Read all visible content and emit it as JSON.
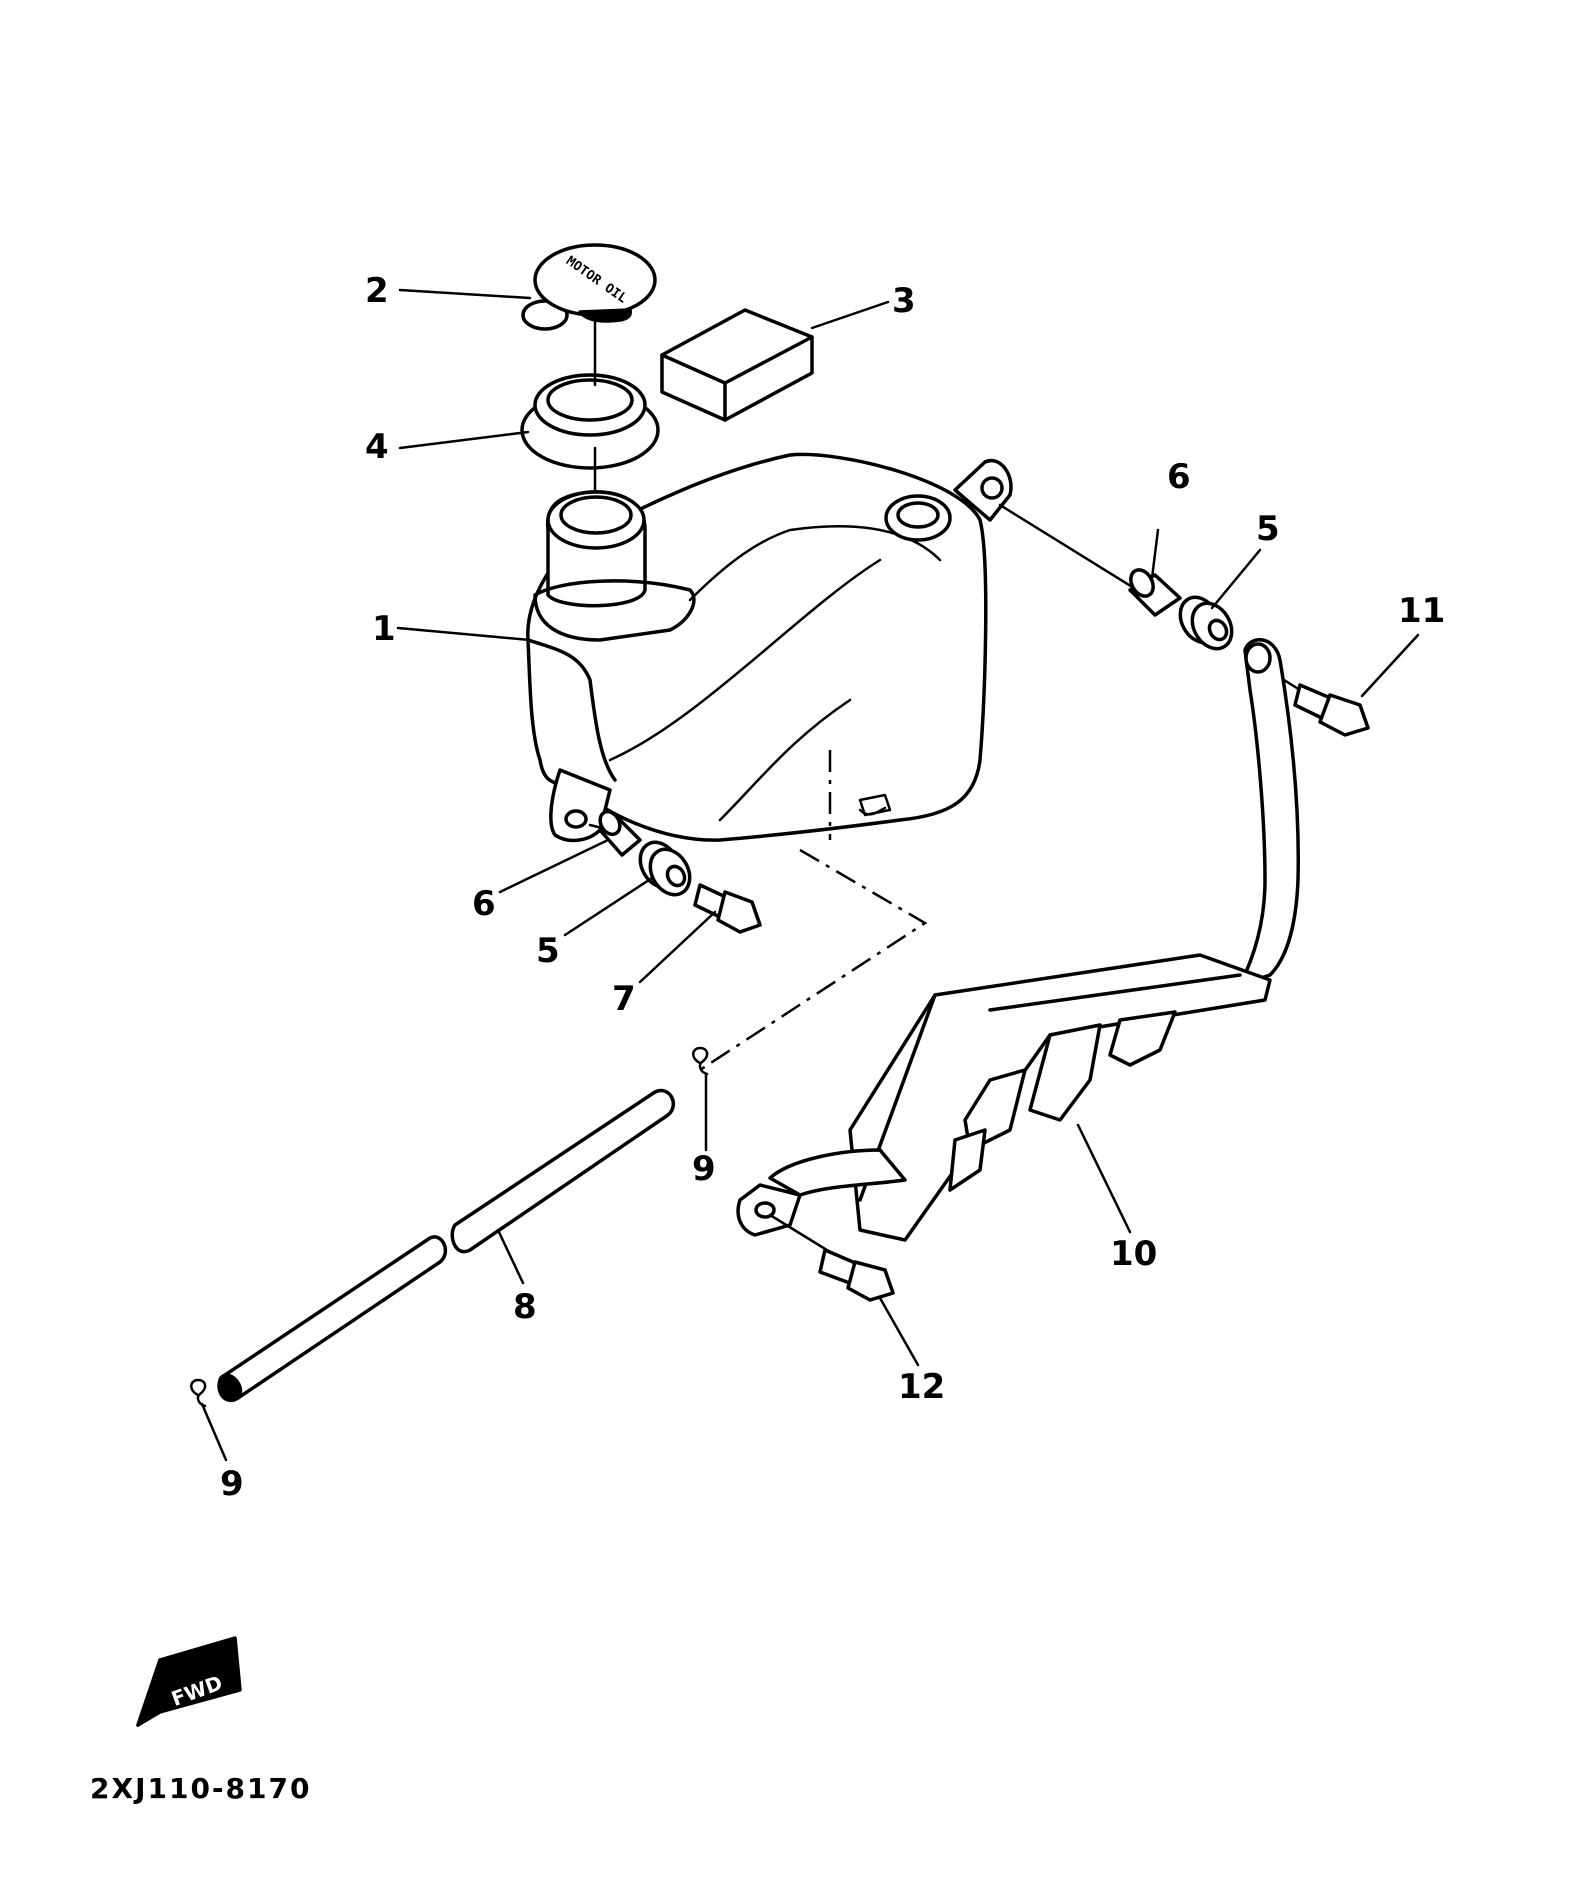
{
  "diagram": {
    "callouts": {
      "c1": "1",
      "c2": "2",
      "c3": "3",
      "c4": "4",
      "c5a": "5",
      "c5b": "5",
      "c6a": "6",
      "c6b": "6",
      "c7": "7",
      "c8": "8",
      "c9a": "9",
      "c9b": "9",
      "c10": "10",
      "c11": "11",
      "c12": "12"
    },
    "cap_label": "MOTOR OIL",
    "fwd_label": "FWD",
    "drawing_code": "2XJ110-8170"
  }
}
